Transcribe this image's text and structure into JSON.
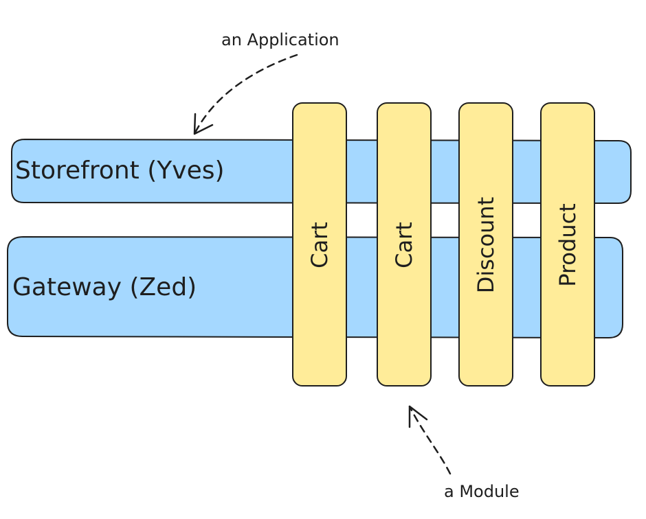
{
  "colors": {
    "application_fill": "#a5d8ff",
    "module_fill": "#ffec99",
    "stroke": "#1e1e1e"
  },
  "applications": [
    {
      "label": "Storefront (Yves)"
    },
    {
      "label": "Gateway (Zed)"
    }
  ],
  "modules": [
    {
      "label": "Cart"
    },
    {
      "label": "Cart"
    },
    {
      "label": "Discount"
    },
    {
      "label": "Product"
    }
  ],
  "annotations": {
    "application_note": "an Application",
    "module_note": "a Module"
  }
}
